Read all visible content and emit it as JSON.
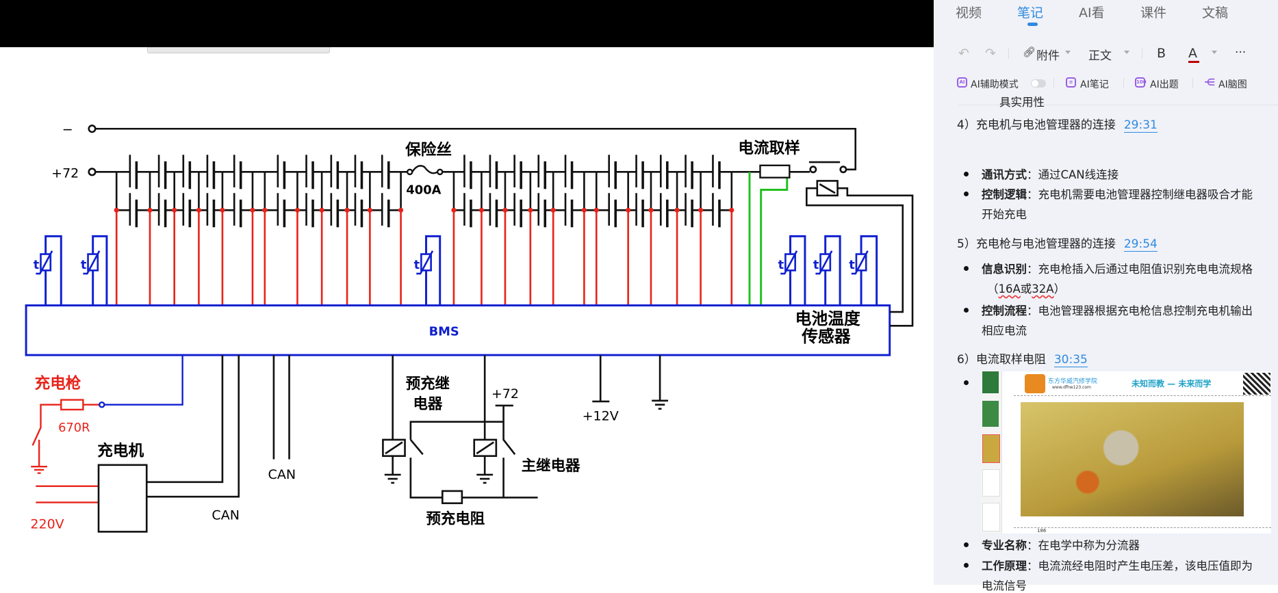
{
  "diagram": {
    "neg_label": "−",
    "pos_label": "+72",
    "fuse_label": "保险丝",
    "fuse_rating": "400A",
    "shunt_label": "电流取样",
    "bms_label": "BMS",
    "temp_sensor_label_1": "电池温度",
    "temp_sensor_label_2": "传感器",
    "thermistor_t": "t",
    "gun_label": "充电枪",
    "gun_resistor": "670R",
    "charger_label": "充电机",
    "ac_label": "220V",
    "can_label_1": "CAN",
    "can_label_2": "CAN",
    "precharge_relay_1": "预充继",
    "precharge_relay_2": "电器",
    "plus72_label": "+72",
    "main_relay_label": "主继电器",
    "precharge_resistor_label": "预充电阻",
    "plus12_label": "+12V",
    "colors": {
      "wire": "#111111",
      "tap": "#e8231a",
      "sensor": "#1020d0",
      "shunt_tap": "#22c020"
    }
  },
  "panel": {
    "tabs": [
      {
        "label": "视频",
        "active": false
      },
      {
        "label": "笔记",
        "active": true
      },
      {
        "label": "AI看",
        "active": false
      },
      {
        "label": "课件",
        "active": false
      },
      {
        "label": "文稿",
        "active": false
      }
    ],
    "toolbar": {
      "undo_icon": "undo-icon",
      "redo_icon": "redo-icon",
      "attach": "附件",
      "style": "正文",
      "bold": "B",
      "font_color": "A",
      "more": "···"
    },
    "ai_bar": {
      "assist": "AI辅助模式",
      "assist_on": false,
      "notes": "AI笔记",
      "quiz": "AI出题",
      "mindmap": "AI脑图"
    },
    "note": {
      "prev_tail": "具实用性",
      "s4": {
        "title": "4）充电机与电池管理器的连接",
        "time": "29:31",
        "b1_k": "通讯方式",
        "b1_v": "：通过CAN线连接",
        "b2_k": "控制逻辑",
        "b2_v": "：充电机需要电池管理器控制继电器吸合才能",
        "b2_v2": "开始充电"
      },
      "s5": {
        "title": "5）充电枪与电池管理器的连接",
        "time": "29:54",
        "b1_k": "信息识别",
        "b1_v": "：充电枪插入后通过电阻值识别充电电流规格",
        "b1_v2a": "（",
        "b1_v2b": "16A",
        "b1_v2c": "或",
        "b1_v2d": "32A",
        "b1_v2e": "）",
        "b2_k": "控制流程",
        "b2_v": "：电池管理器根据充电枪信息控制充电机输出",
        "b2_v2": "相应电流"
      },
      "s6": {
        "title": "6）电流取样电阻",
        "time": "30:35",
        "img_logo": "东方华威汽修学院",
        "img_url": "www.dfhw123.com",
        "img_slogan": "未知而教 — 未来而学",
        "img_page": "186",
        "b1_k": "专业名称",
        "b1_v": "：在电学中称为分流器",
        "b2_k": "工作原理",
        "b2_v": "：电流流经电阻时产生电压差，该电压值即为",
        "b2_v2": "电流信号"
      }
    }
  }
}
